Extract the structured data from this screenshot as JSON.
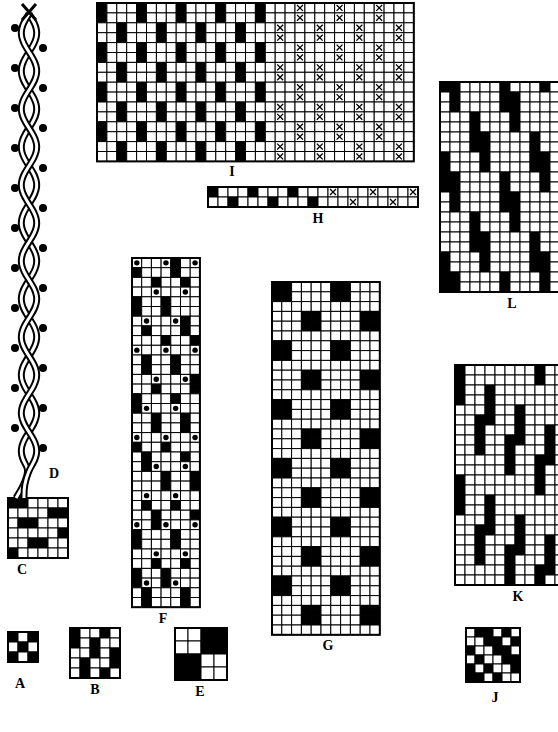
{
  "diagram": {
    "labels": [
      "I",
      "H",
      "L",
      "D",
      "C",
      "F",
      "G",
      "K",
      "A",
      "B",
      "E",
      "J"
    ]
  }
}
